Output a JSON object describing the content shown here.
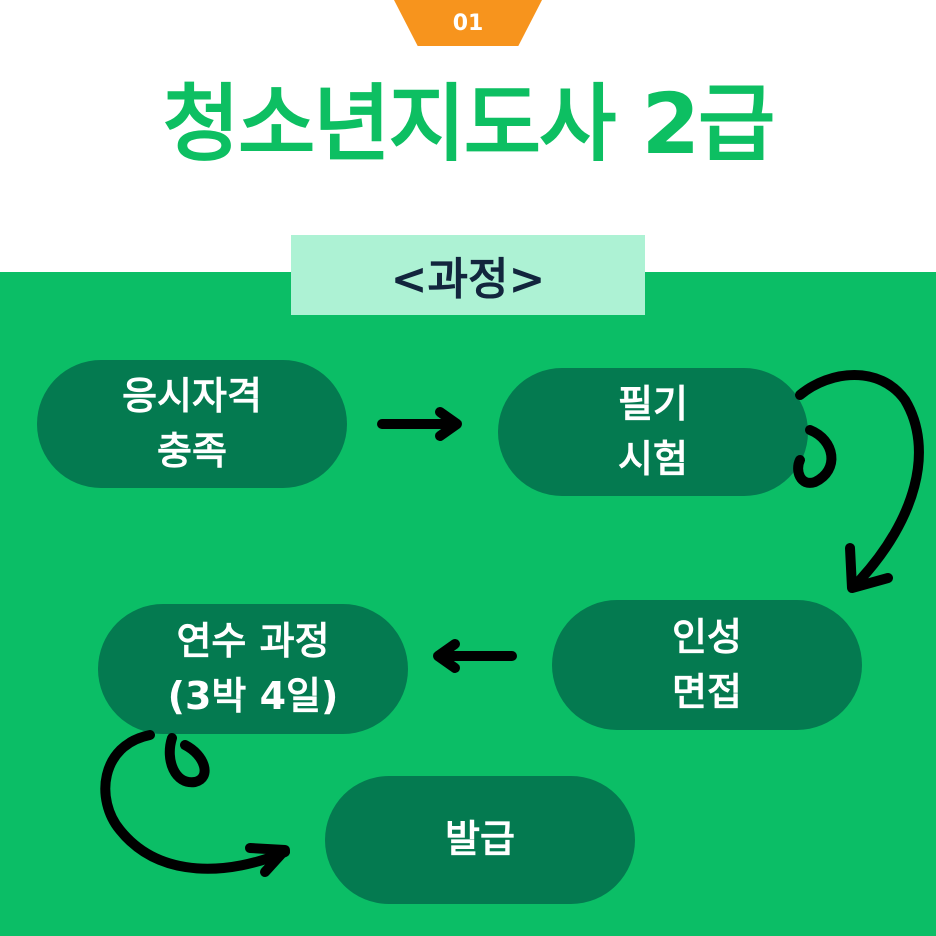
{
  "badge": {
    "label": "01",
    "color": "#f7941d"
  },
  "title": "청소년지도사 2급",
  "subtitle": "<과정>",
  "colors": {
    "title": "#0dbf62",
    "background": "#0bbe66",
    "pill": "#047a50",
    "subtitle_bg": "#adf2d4"
  },
  "steps": [
    {
      "line1": "응시자격",
      "line2": "충족"
    },
    {
      "line1": "필기",
      "line2": "시험"
    },
    {
      "line1": "인성",
      "line2": "면접"
    },
    {
      "line1": "연수 과정",
      "line2": "(3박 4일)"
    },
    {
      "line1": "발급",
      "line2": ""
    }
  ]
}
